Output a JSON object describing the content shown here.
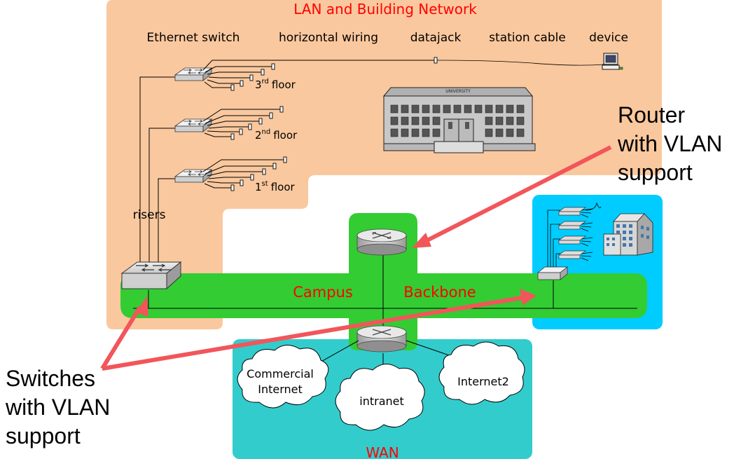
{
  "lan": {
    "title": "LAN and Building Network",
    "col_ethernet_switch": "Ethernet switch",
    "col_horizontal_wiring": "horizontal wiring",
    "col_datajack": "datajack",
    "col_station_cable": "station cable",
    "col_device": "device",
    "floor_3_num": "3",
    "floor_3_sup": "rd",
    "floor_2_num": "2",
    "floor_2_sup": "nd",
    "floor_1_num": "1",
    "floor_1_sup": "st",
    "floor_word": "floor",
    "risers": "risers",
    "building_sign": "UNIVERSITY"
  },
  "backbone": {
    "campus": "Campus",
    "backbone": "Backbone"
  },
  "wan": {
    "title": "WAN",
    "cloud_commercial_1": "Commercial",
    "cloud_commercial_2": "Internet",
    "cloud_intranet": "intranet",
    "cloud_internet2": "Internet2"
  },
  "callouts": {
    "router_1": "Router",
    "router_2": "with VLAN",
    "router_3": "support",
    "switches_1": "Switches",
    "switches_2": "with VLAN",
    "switches_3": "support"
  },
  "colors": {
    "lan_bg": "#FAC89E",
    "backbone_green": "#33CC33",
    "wan_teal": "#33CCCC",
    "remote_blue": "#00CCFF",
    "red_text": "#FF0000",
    "arrow": "#F2555A"
  }
}
